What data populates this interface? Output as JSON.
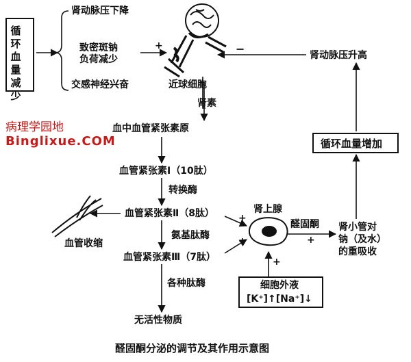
{
  "left_box": "循环血量减少",
  "stimuli": [
    "肾动脉压下降",
    "致密斑钠",
    "负荷减少",
    "交感神经兴奋"
  ],
  "jga_label": "近球细胞",
  "feedback_label": "肾动脉压升高",
  "renin": "肾素",
  "cascade": {
    "angiotensinogen": "血中血管紧张素原",
    "ang1": "血管紧张素Ⅰ（10肽）",
    "converting_enzyme": "转换酶",
    "ang2": "血管紧张素Ⅱ（8肽）",
    "aminopeptidase": "氨基肽酶",
    "ang3": "血管紧张素Ⅲ（7肽）",
    "peptidases": "各种肽酶",
    "inactive": "无活性物质"
  },
  "vessel_label": "血管收缩",
  "adrenal": "肾上腺",
  "aldosterone": "醛固酮",
  "kidney_effect": [
    "肾小管对",
    "钠（及水）",
    "的重吸收"
  ],
  "blood_volume_box": "循环血量增加",
  "ecf_box": {
    "title": "细胞外液",
    "ions": "[K⁺]↑[Na⁺]↓"
  },
  "signs": {
    "plus": "+",
    "minus": "−"
  },
  "watermark": [
    "病理学园地",
    "Binglixue.COM"
  ],
  "caption": "醛固酮分泌的调节及其作用示意图"
}
